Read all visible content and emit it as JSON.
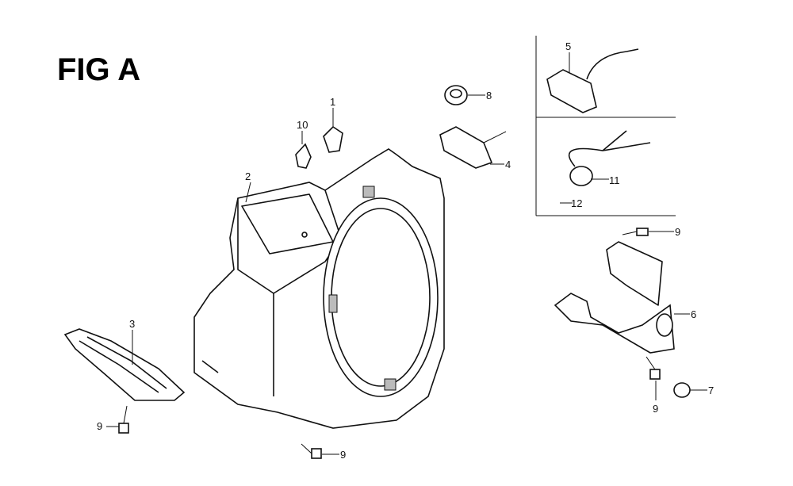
{
  "figure_title": "FIG A",
  "callouts": {
    "c1": "1",
    "c10": "10",
    "c2": "2",
    "c8": "8",
    "c4": "4",
    "c5": "5",
    "c11": "11",
    "c12": "12",
    "c9a": "9",
    "c6": "6",
    "c7": "7",
    "c9b": "9",
    "c3": "3",
    "c9c": "9",
    "c9d": "9"
  }
}
